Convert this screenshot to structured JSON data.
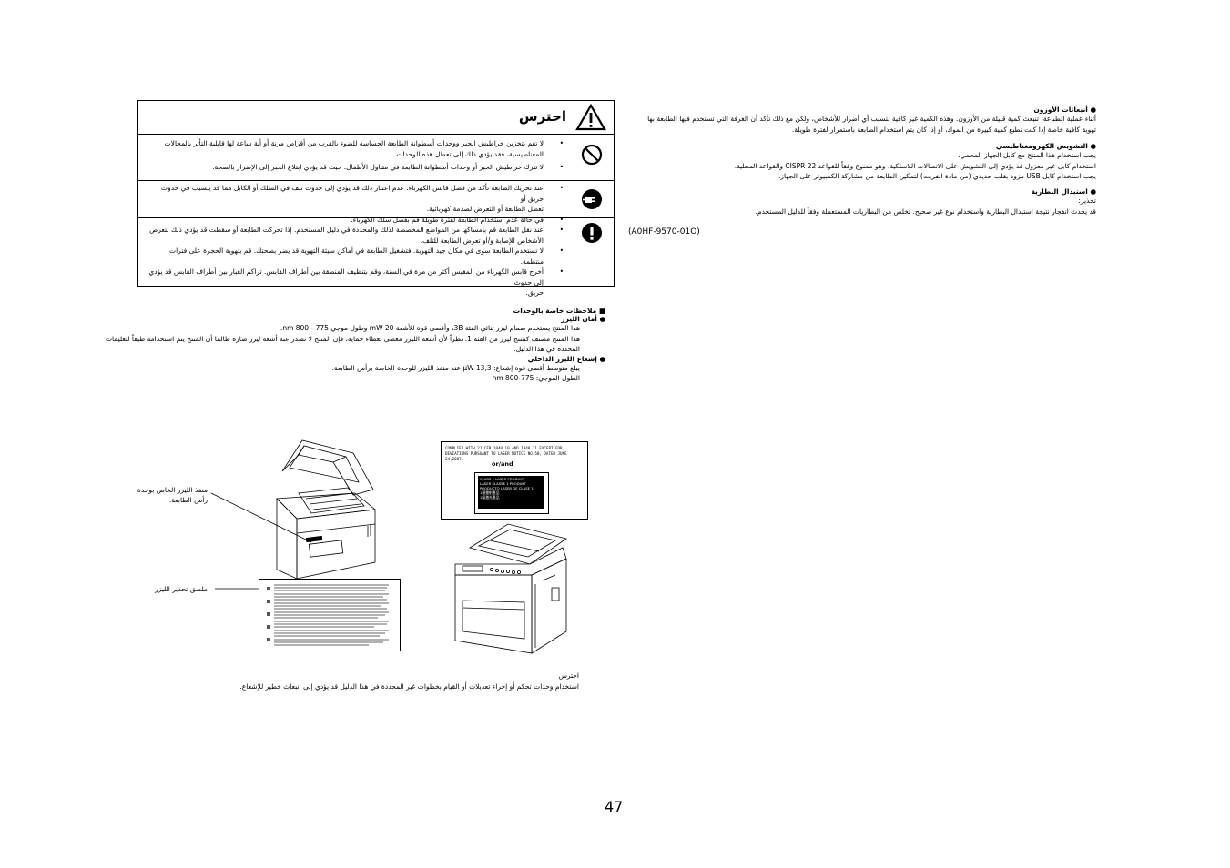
{
  "right_column": {
    "sections": [
      {
        "title": "أنبعاثات الأوزون",
        "lines": [
          "أثناء عملية الطباعة، تنبعث كمية قليلة من الأوزون. وهذه الكمية غير كافية لتسبب أي أضرار للأشخاص، ولكن مع ذلك تأكد أن الغرفة التي تستخدم فيها الطابعة بها",
          "تهوية كافية خاصة إذا كنت تطبع كمية كبيرة من المواد، أو إذا كان يتم استخدام الطابعة باستمرار لفترة طويلة."
        ]
      },
      {
        "title": "التشويش الكهرومغناطيسي",
        "lines": [
          "يجب استخدام هذا المنتج مع كابل الجهاز المحمي.",
          "استخدام كابل غير معزول قد يؤدي إلى التشويش على الاتصالات اللاسلكية، وهو ممنوع وفقاً للقواعد CISPR 22 والقواعد المحلية.",
          "يجب استخدام كابل USB مزود بقلب حديدي (من مادة الفريت) لتمكين الطابعة من مشاركة الكمبيوتر على الجهاز."
        ]
      },
      {
        "title": "استبدال البطارية",
        "lines": [
          "تحذير:",
          "قد يحدث انفجار نتيجة استبدال البطارية واستخدام نوع غير صحيح. تخلص من البطاريات المستعملة وفقاً للدليل المستخدم."
        ]
      }
    ],
    "code": "(A0HF-9570-01O)"
  },
  "warning_box": {
    "title": "احترس",
    "rows": [
      {
        "icon": "no-symbol-icon",
        "bullets": [
          [
            "لا تقم بتخزين خراطيش الحبر ووحدات أسطوانة الطابعة الحساسة للضوء بالقرب من أقراص مرنة أو أية ساعة لها قابلية التأثر بالمجالات",
            "المغناطيسية، فقد يؤدي ذلك إلى تعطل هذه الوحدات."
          ],
          [
            "لا تترك خراطيش الحبر أو وحدات أسطوانة الطابعة في متناول الأطفال. حيث قد يؤدي ابتلاع الحبر إلى الإضرار بالصحة."
          ]
        ]
      },
      {
        "icon": "unplug-icon",
        "bullets": [
          [
            "عند تحريك الطابعة تأكد من فصل قابس الكهرباء. عدم اعتبار ذلك قد يؤدي إلى حدوث تلف في السلك أو الكابل مما قد يتسبب في حدوث حريق أو",
            "تعطل الطابعة أو التعرض لصدمة كهربائية."
          ],
          [
            "في حالة عدم استخدام الطابعة لفترة طويلة قم بفصل سلك الكهرباء."
          ]
        ]
      },
      {
        "icon": "exclamation-icon",
        "bullets": [
          [
            "عند نقل الطابعة قم بإمساكها من المواضع المخصصة لذلك والمحددة في دليل المستخدم. إذا تحركت الطابعة أو سقطت قد يؤدي ذلك لتعرض",
            "الأشخاص للإصابة و/أو تعرض الطابعة للتلف."
          ],
          [
            "لا تستخدم الطابعة سوى في مكان جيد التهوية. فتشغيل الطابعة في أماكن سيئة التهوية قد يضر بصحتك. قم بتهوية الحجرة على فترات منتظمة."
          ],
          [
            "أخرج قابس الكهرباء من المقبس أكثر من مرة في السنة، وقم بتنظيف المنطقة بين أطراف القابس. تراكم الغبار بين أطراف القابس قد يؤدي إلى حدوث",
            "حريق."
          ]
        ]
      }
    ]
  },
  "laser": {
    "heading": "ملاحظات خاصة بالوحدات",
    "s1_title": "أمان الليزر",
    "s1_lines": [
      "هذا المنتج يستخدم صمام ليزر ثنائي الفئة 3B، وأقصى قوة للأشعة 20 mW وطول موجي 775 - 800 nm.",
      "هذا المنتج مصنف كمنتج ليزر من الفئة 1. نظراً لأن أشعة الليزر مغطى بغطاء حماية، فإن المنتج لا تصدر عنه أشعة ليزر ضارة طالما أن المنتج يتم استخدامه طبقاً لتعليمات",
      "المحددة في هذا الدليل."
    ],
    "s2_title": "إشعاع الليزر الداخلي",
    "s2_lines": [
      "يبلغ متوسط أقصى قوة إشعاع: 13,3 μW عند منفذ الليزر للوحدة الخاصة برأس الطابعة.",
      "الطول الموجي: 775-800 nm"
    ]
  },
  "figures": {
    "aperture_label": [
      "منفذ الليزر الخاص بوحدة",
      "رأس الطابعة."
    ],
    "sticker_label": "ملصق تحذير الليزر",
    "compliance_text": [
      "COMPLIES WITH 21 CFR 1040.10 AND 1040.11 EXCEPT FOR",
      "DEVIATIONS PURSUANT TO LASER NOTICE NO.50, DATED JUNE 24,2007."
    ],
    "or_and": "or/and",
    "class_label_lines": [
      "CLASS 1 LASER PRODUCT",
      "LASER KLASSE 1 PRODUKT",
      "PRODUCTO LASER DE CLASE 1",
      "1類雷射產品",
      "1級激光產品"
    ],
    "caution_title": "احترس",
    "caution_text": "استخدام وحدات تحكم أو إجراء تعديلات أو القيام بخطوات غير المحددة في هذا الدليل قد يؤدي إلى انبعاث خطير للإشعاع."
  },
  "page_number": "47"
}
